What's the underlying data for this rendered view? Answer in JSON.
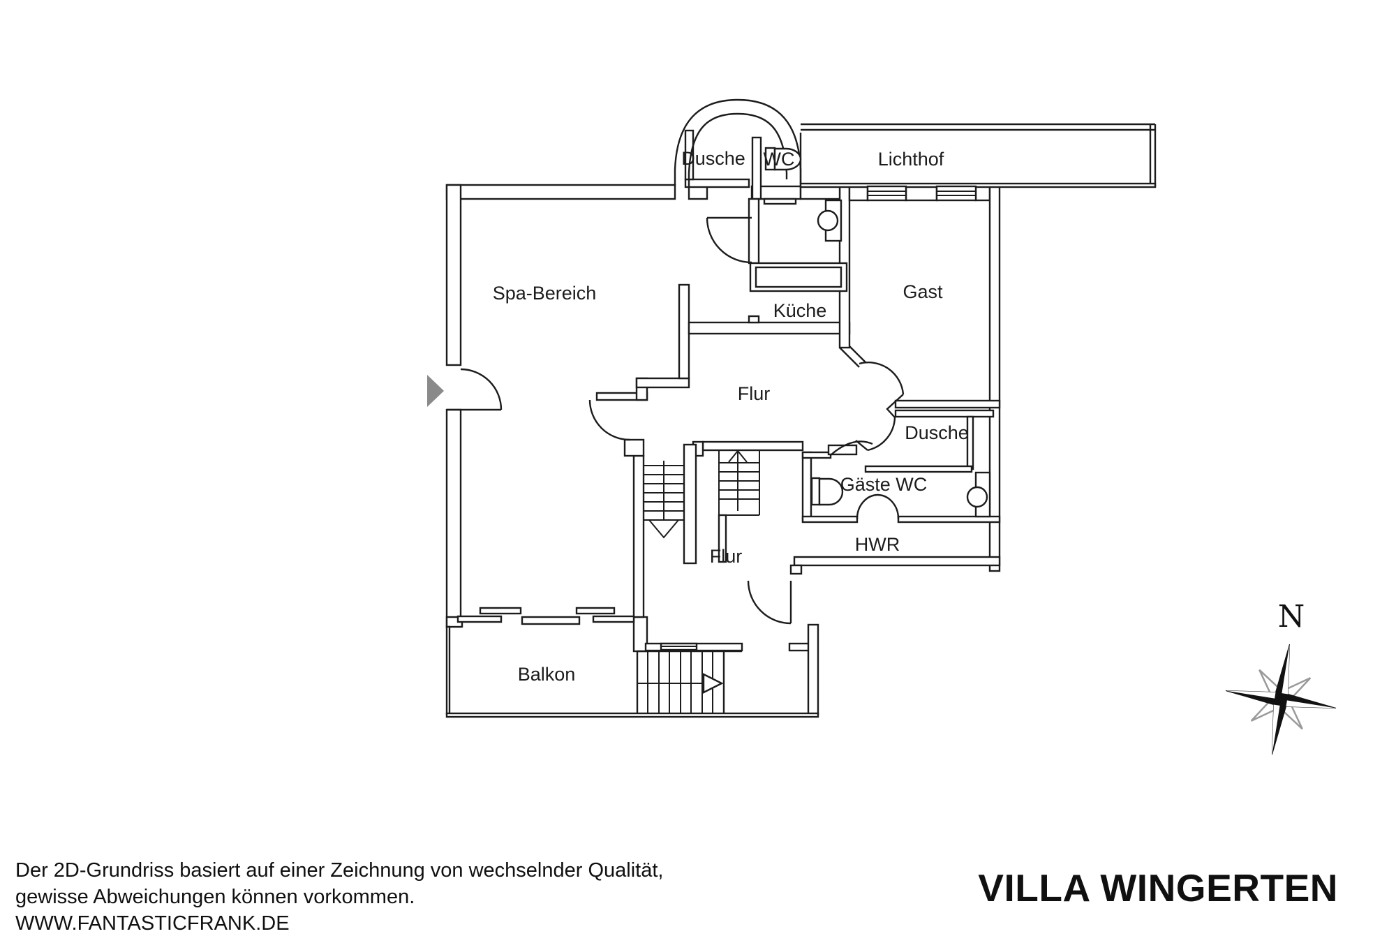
{
  "title": "VILLA WINGERTEN",
  "disclaimer": {
    "line1": "Der 2D-Grundriss basiert auf einer Zeichnung von wechselnder Qualität,",
    "line2": "gewisse Abweichungen können vorkommen.",
    "line3": "WWW.FANTASTICFRANK.DE"
  },
  "compass": {
    "label": "N"
  },
  "colors": {
    "line": "#1c1c1c",
    "entry_arrow": "#8a8a8a",
    "compass_secondary": "#9a9a9a"
  },
  "floorplan": {
    "rooms": [
      {
        "id": "dusche-bay",
        "label": "Dusche"
      },
      {
        "id": "wc",
        "label": "WC"
      },
      {
        "id": "lichthof",
        "label": "Lichthof"
      },
      {
        "id": "spa-bereich",
        "label": "Spa-Bereich"
      },
      {
        "id": "kueche",
        "label": "Küche"
      },
      {
        "id": "gast",
        "label": "Gast"
      },
      {
        "id": "flur-upper",
        "label": "Flur"
      },
      {
        "id": "dusche-small",
        "label": "Dusche"
      },
      {
        "id": "gaeste-wc",
        "label": "Gäste WC"
      },
      {
        "id": "hwr",
        "label": "HWR"
      },
      {
        "id": "flur-lower",
        "label": "Flur"
      },
      {
        "id": "balkon",
        "label": "Balkon"
      }
    ]
  }
}
